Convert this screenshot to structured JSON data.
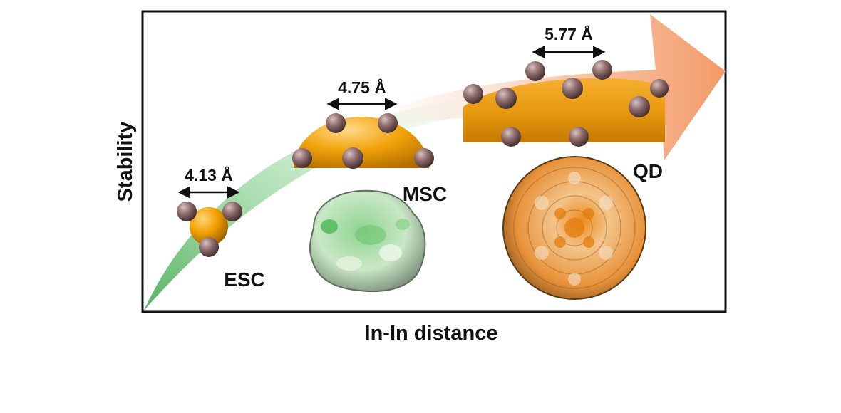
{
  "axes": {
    "x_label": "In-In distance",
    "y_label": "Stability"
  },
  "clusters": [
    {
      "name": "ESC",
      "in_in_distance": "4.13 Å"
    },
    {
      "name": "MSC",
      "in_in_distance": "4.75 Å"
    },
    {
      "name": "QD",
      "in_in_distance": "5.77 Å"
    }
  ],
  "colors": {
    "frame": "#111111",
    "ball_gold": "#f0a000",
    "atom_mauve": "#8a6a6a",
    "msc_surface": "#7bc87f",
    "qd_surface": "#e68a2e",
    "arrow_green": "#6fbf74",
    "arrow_orange": "#f5a070"
  }
}
